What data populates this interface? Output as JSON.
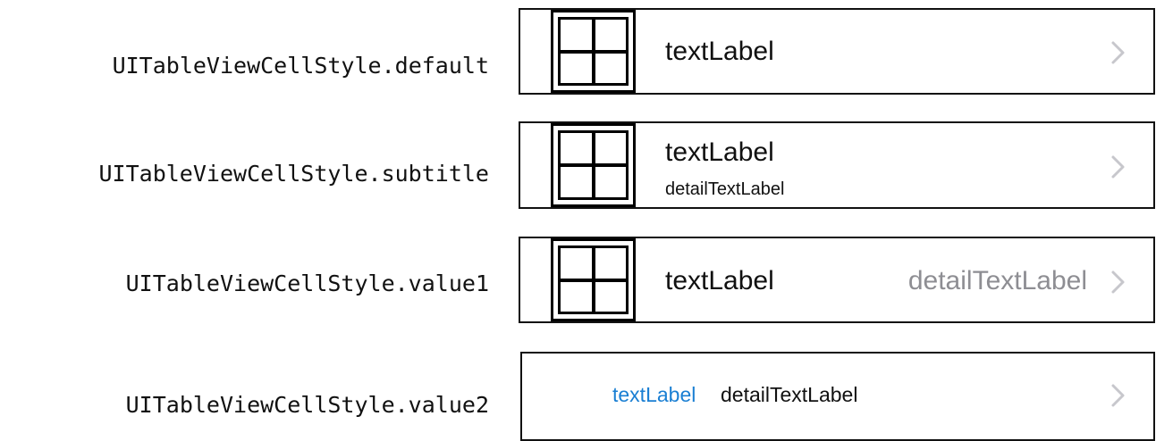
{
  "cell_styles": [
    {
      "style_name": "UITableViewCellStyle.default",
      "text_label": "textLabel",
      "has_image": true,
      "accessory": "chevron-right-icon"
    },
    {
      "style_name": "UITableViewCellStyle.subtitle",
      "text_label": "textLabel",
      "detail_text_label": "detailTextLabel",
      "has_image": true,
      "accessory": "chevron-right-icon"
    },
    {
      "style_name": "UITableViewCellStyle.value1",
      "text_label": "textLabel",
      "detail_text_label": "detailTextLabel",
      "has_image": true,
      "accessory": "chevron-right-icon"
    },
    {
      "style_name": "UITableViewCellStyle.value2",
      "text_label": "textLabel",
      "detail_text_label": "detailTextLabel",
      "has_image": false,
      "accessory": "chevron-right-icon"
    }
  ],
  "colors": {
    "detail_gray": "#8e8e93",
    "value2_text_label_blue": "#1a7fd3",
    "chevron_gray": "#c7c7cc"
  }
}
